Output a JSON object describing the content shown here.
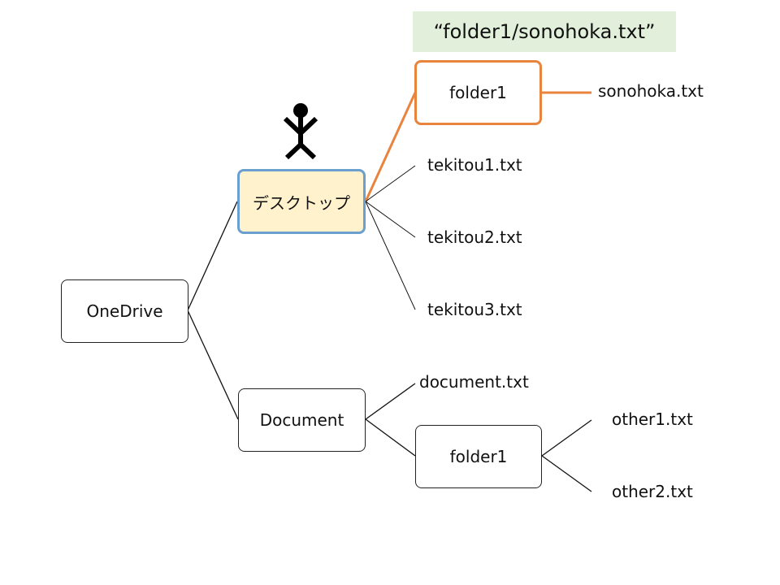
{
  "banner": {
    "text": "“folder1/sonohoka.txt”",
    "color": "#e2efda"
  },
  "colors": {
    "path_highlight": "#e8843e",
    "current_border": "#6a9fcf",
    "current_fill": "#fff2cc"
  },
  "nodes": {
    "onedrive": "OneDrive",
    "desktop": "デスクトップ",
    "document": "Document",
    "desktop_folder1": "folder1",
    "document_folder1": "folder1"
  },
  "files": {
    "sonohoka": "sonohoka.txt",
    "tekitou1": "tekitou1.txt",
    "tekitou2": "tekitou2.txt",
    "tekitou3": "tekitou3.txt",
    "document_txt": "document.txt",
    "other1": "other1.txt",
    "other2": "other2.txt"
  },
  "current_location_marker": "stick-figure"
}
